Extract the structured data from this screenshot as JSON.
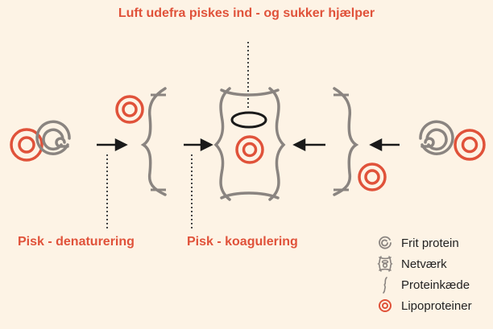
{
  "title": "Luft udefra piskes ind - og sukker hjælper",
  "labels": {
    "denaturation": "Pisk - denaturering",
    "coagulation": "Pisk - koagulering"
  },
  "legend": [
    {
      "label": "Frit protein",
      "icon": "free-protein-icon"
    },
    {
      "label": "Netværk",
      "icon": "network-icon"
    },
    {
      "label": "Proteinkæde",
      "icon": "protein-chain-icon"
    },
    {
      "label": "Lipoproteiner",
      "icon": "lipoprotein-icon"
    }
  ],
  "colors": {
    "background": "#fdf3e5",
    "accent": "#e0523a",
    "gray": "#8a8480",
    "dark": "#1a1a1a"
  }
}
